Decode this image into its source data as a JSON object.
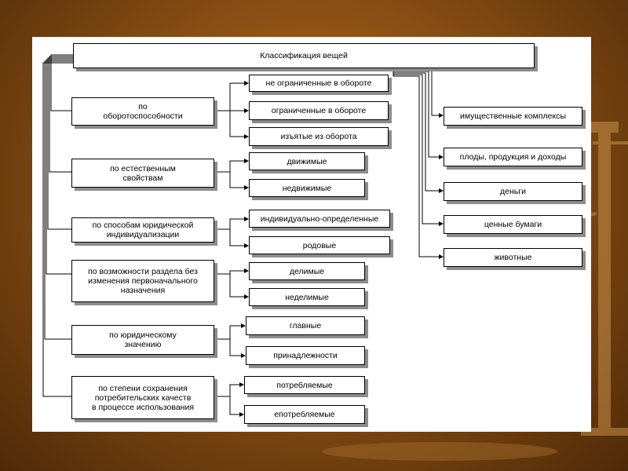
{
  "diagram": {
    "root": "Классификация вещей",
    "groups": [
      {
        "label": "по\nоборотоспособности",
        "children": [
          "не ограниченные в обороте",
          "ограниченные в обороте",
          "изъятые из оборота"
        ]
      },
      {
        "label": "по естественным\nсвойствам",
        "children": [
          "движимые",
          "недвижимые"
        ]
      },
      {
        "label": "по способам юридической\nиндивидуализации",
        "children": [
          "индивидуально-определенные",
          "родовые"
        ]
      },
      {
        "label": "по возможности раздела без\nизменения первоначального\nназначения",
        "children": [
          "делимые",
          "неделимые"
        ]
      },
      {
        "label": "по юридическому\nзначению",
        "children": [
          "главные",
          "принадлежности"
        ]
      },
      {
        "label": "по степени сохранения\nпотребительских качеств\nв процессе использования",
        "children": [
          "потребляемые",
          "епотребляемые"
        ]
      }
    ],
    "right_items": [
      "имущественные комплексы",
      "плоды, продукция и доходы",
      "деньги",
      "ценные бумаги",
      "животные"
    ]
  }
}
